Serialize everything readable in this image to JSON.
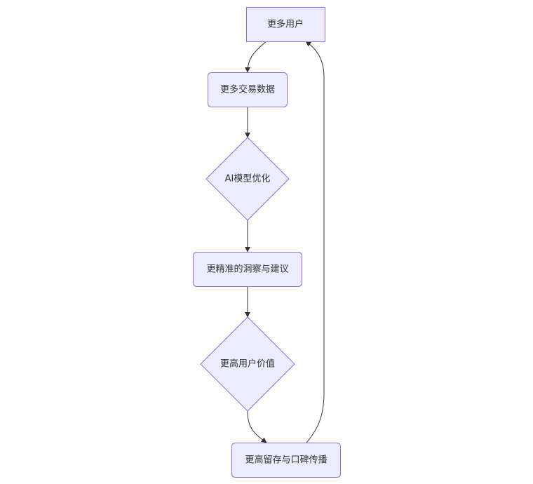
{
  "diagram": {
    "type": "flowchart",
    "direction": "top-to-bottom",
    "colors": {
      "node_fill": "#ECECFF",
      "node_stroke": "#9370DB",
      "edge": "#333333",
      "text": "#333333"
    },
    "nodes": [
      {
        "id": "A",
        "label": "更多用户",
        "shape": "rect"
      },
      {
        "id": "B",
        "label": "更多交易数据",
        "shape": "rounded"
      },
      {
        "id": "C",
        "label": "AI模型优化",
        "shape": "diamond"
      },
      {
        "id": "D",
        "label": "更精准的洞察与建议",
        "shape": "rounded"
      },
      {
        "id": "E",
        "label": "更高用户价值",
        "shape": "diamond"
      },
      {
        "id": "F",
        "label": "更高留存与口碑传播",
        "shape": "rounded"
      }
    ],
    "edges": [
      {
        "from": "A",
        "to": "B"
      },
      {
        "from": "B",
        "to": "C"
      },
      {
        "from": "C",
        "to": "D"
      },
      {
        "from": "D",
        "to": "E"
      },
      {
        "from": "E",
        "to": "F"
      },
      {
        "from": "F",
        "to": "A"
      }
    ]
  }
}
